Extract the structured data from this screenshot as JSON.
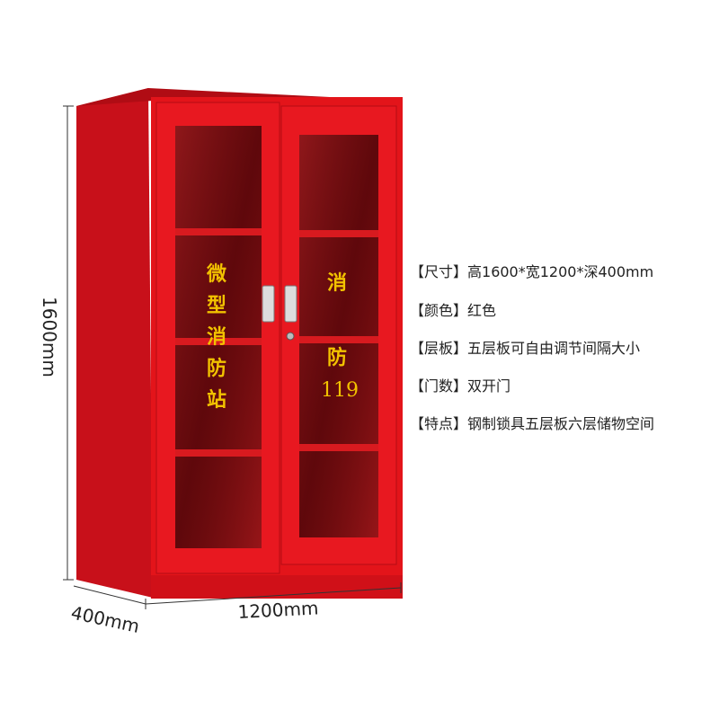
{
  "product": {
    "left_door_label": [
      "微",
      "型",
      "消",
      "防",
      "站"
    ],
    "right_door_label": [
      "消",
      "防"
    ],
    "right_door_number": "119",
    "color": "#e3141a"
  },
  "dimensions": {
    "height": "1600mm",
    "width": "1200mm",
    "depth": "400mm"
  },
  "specs": [
    {
      "label": "【尺寸】",
      "value": "高1600*宽1200*深400mm"
    },
    {
      "label": "【颜色】",
      "value": "红色"
    },
    {
      "label": "【层板】",
      "value": "五层板可自由调节间隔大小"
    },
    {
      "label": "【门数】",
      "value": "双开门"
    },
    {
      "label": "【特点】",
      "value": "钢制锁具五层板六层储物空间"
    }
  ]
}
